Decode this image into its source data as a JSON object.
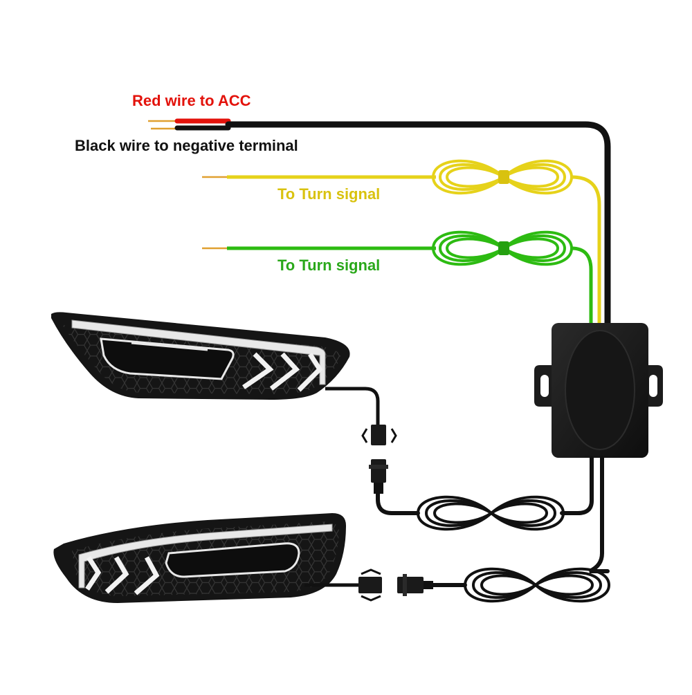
{
  "labels": {
    "red_wire": "Red wire to ACC",
    "black_wire": "Black wire to negative terminal",
    "turn_signal_yellow": "To Turn signal",
    "turn_signal_green": "To Turn signal"
  },
  "colors": {
    "red_wire": "#e3120b",
    "black_wire": "#111111",
    "yellow_wire": "#e6d21a",
    "green_wire": "#2dbb12",
    "yellow_label": "#d9c20f",
    "green_label": "#2aa81a",
    "copper": "#e0a030",
    "housing": "#1a1a1a",
    "drl_glow": "#f2f2f2"
  },
  "components": {
    "control_box": "control-module",
    "lamps": [
      "upper-fog-lamp",
      "lower-fog-lamp"
    ],
    "connectors": [
      "upper-connector-pair",
      "lower-connector-pair"
    ]
  }
}
